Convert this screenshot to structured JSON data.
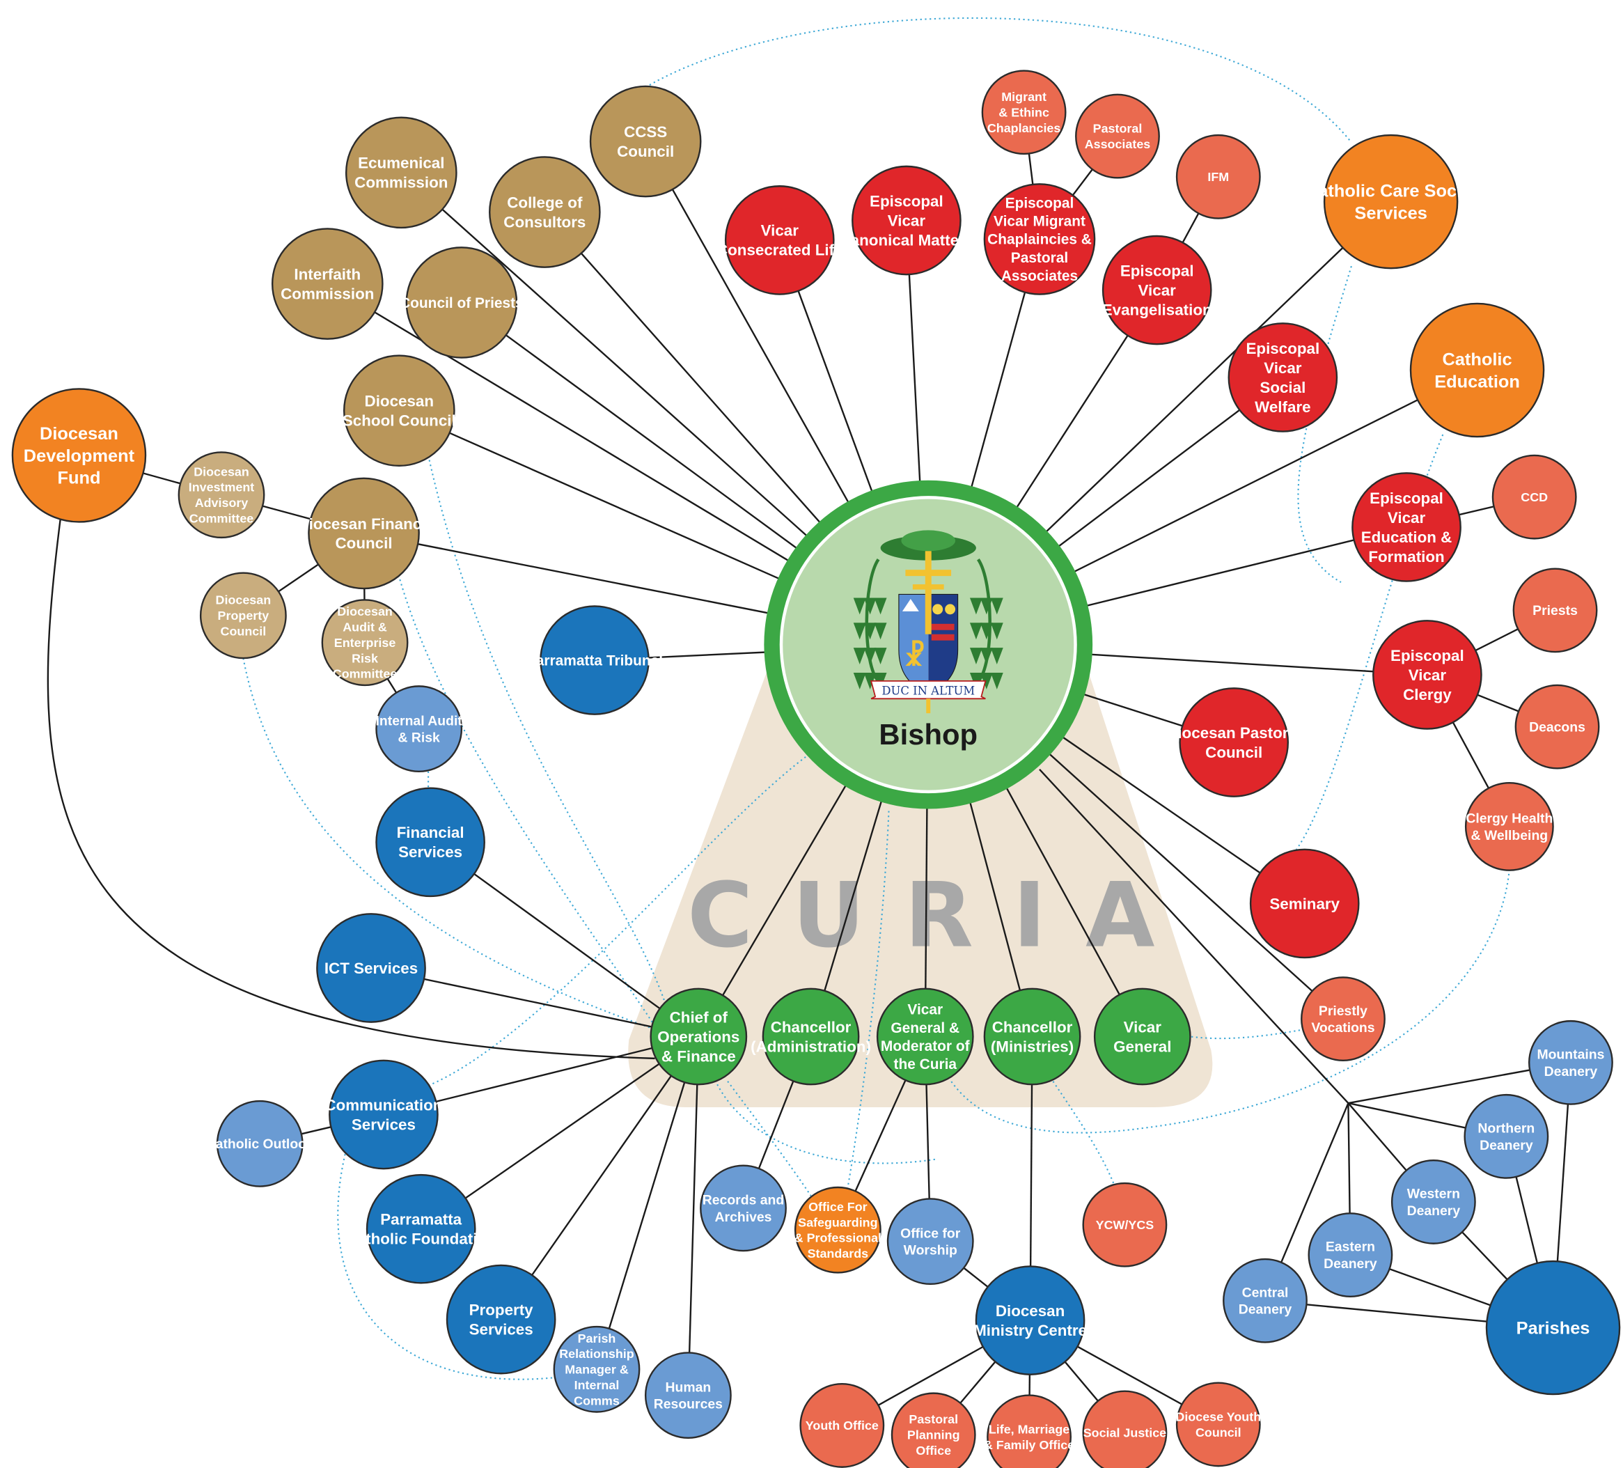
{
  "colors": {
    "tan": "#B9965A",
    "tan_light": "#C9AD7E",
    "red": "#E0262A",
    "coral": "#EA6A4F",
    "orange": "#F28322",
    "green": "#3CA845",
    "blue": "#1B75BB",
    "blue_light": "#6A9BD3",
    "curia_fill": "#EFE4D4",
    "bishop_fill": "#B8D9AC",
    "bishop_ring": "#3CA845",
    "dotted": "#3FA9D6",
    "line": "#1a1a1a",
    "curia_text": "#A8A8A8"
  },
  "center": {
    "label": "Bishop",
    "crest_icon": "coat-of-arms-icon",
    "motto": "DUC IN ALTUM"
  },
  "curia_label": "CURIA",
  "nodes": [
    {
      "id": "ecumenical",
      "label": "Ecumenical\nCommission",
      "color": "tan"
    },
    {
      "id": "ccss_council",
      "label": "CCSS\nCouncil",
      "color": "tan"
    },
    {
      "id": "college",
      "label": "College of\nConsultors",
      "color": "tan"
    },
    {
      "id": "interfaith",
      "label": "Interfaith\nCommission",
      "color": "tan"
    },
    {
      "id": "priests_council",
      "label": "Council of Priests",
      "color": "tan"
    },
    {
      "id": "school_council",
      "label": "Diocesan\nSchool Council",
      "color": "tan"
    },
    {
      "id": "finance_council",
      "label": "Diocesan Finance\nCouncil",
      "color": "tan"
    },
    {
      "id": "investment",
      "label": "Diocesan\nInvestment\nAdvisory\nCommittee",
      "color": "tan_light"
    },
    {
      "id": "property_council",
      "label": "Diocesan\nProperty\nCouncil",
      "color": "tan_light"
    },
    {
      "id": "audit",
      "label": "Diocesan\nAudit &\nEnterprise\nRisk\nCommittee",
      "color": "tan_light"
    },
    {
      "id": "ddf",
      "label": "Diocesan\nDevelopment\nFund",
      "color": "orange"
    },
    {
      "id": "vicar_consecrated",
      "label": "Vicar\nConsecrated Life",
      "color": "red"
    },
    {
      "id": "vicar_canonical",
      "label": "Episcopal\nVicar\nCanonical Matters",
      "color": "red"
    },
    {
      "id": "vicar_migrant",
      "label": "Episcopal\nVicar  Migrant\nChaplaincies &\nPastoral\nAssociates",
      "color": "red"
    },
    {
      "id": "migrant",
      "label": "Migrant\n& Ethinc\nChaplancies",
      "color": "coral"
    },
    {
      "id": "pastoral_assoc",
      "label": "Pastoral\nAssociates",
      "color": "coral"
    },
    {
      "id": "ifm",
      "label": "IFM",
      "color": "coral"
    },
    {
      "id": "vicar_evangel",
      "label": "Episcopal\nVicar\nEvangelisation",
      "color": "red"
    },
    {
      "id": "vicar_welfare",
      "label": "Episcopal\nVicar\nSocial\nWelfare",
      "color": "red"
    },
    {
      "id": "catholic_care",
      "label": "Catholic Care Social\nServices",
      "color": "orange"
    },
    {
      "id": "catholic_edu",
      "label": "Catholic\nEducation",
      "color": "orange"
    },
    {
      "id": "vicar_edu",
      "label": "Episcopal\nVicar\nEducation &\nFormation",
      "color": "red"
    },
    {
      "id": "ccd",
      "label": "CCD",
      "color": "coral"
    },
    {
      "id": "priests",
      "label": "Priests",
      "color": "coral"
    },
    {
      "id": "vicar_clergy",
      "label": "Episcopal\nVicar\nClergy",
      "color": "red"
    },
    {
      "id": "deacons",
      "label": "Deacons",
      "color": "coral"
    },
    {
      "id": "clergy_health",
      "label": "Clergy Health\n& Wellbeing",
      "color": "coral"
    },
    {
      "id": "pastoral_council",
      "label": "Diocesan Pastoral\nCouncil",
      "color": "red"
    },
    {
      "id": "seminary",
      "label": "Seminary",
      "color": "red"
    },
    {
      "id": "vocations",
      "label": "Priestly\nVocations",
      "color": "coral"
    },
    {
      "id": "tribunal",
      "label": "Parramatta Tribunal",
      "color": "blue"
    },
    {
      "id": "internal_audit",
      "label": "Internal Audit\n& Risk",
      "color": "blue_light"
    },
    {
      "id": "financial",
      "label": "Financial\nServices",
      "color": "blue"
    },
    {
      "id": "ict",
      "label": "ICT Services",
      "color": "blue"
    },
    {
      "id": "communication",
      "label": "Communication\nServices",
      "color": "blue"
    },
    {
      "id": "catholic_outlook",
      "label": "Catholic Outlook",
      "color": "blue_light"
    },
    {
      "id": "foundation",
      "label": "Parramatta\nCatholic Foundation",
      "color": "blue"
    },
    {
      "id": "property_services",
      "label": "Property\nServices",
      "color": "blue"
    },
    {
      "id": "parish_rel",
      "label": "Parish\nRelationship\nManager &\nInternal\nComms",
      "color": "blue_light"
    },
    {
      "id": "hr",
      "label": "Human\nResources",
      "color": "blue_light"
    },
    {
      "id": "coo",
      "label": "Chief of\nOperations\n& Finance",
      "color": "green"
    },
    {
      "id": "chancellor_admin",
      "label": "Chancellor\n(Administration)",
      "color": "green"
    },
    {
      "id": "vicar_general_mod",
      "label": "Vicar\nGeneral &\nModerator of\nthe Curia",
      "color": "green"
    },
    {
      "id": "chancellor_min",
      "label": "Chancellor\n(Ministries)",
      "color": "green"
    },
    {
      "id": "vicar_general",
      "label": "Vicar\nGeneral",
      "color": "green"
    },
    {
      "id": "records",
      "label": "Records and\nArchives",
      "color": "blue_light"
    },
    {
      "id": "safeguarding",
      "label": "Office For\nSafeguarding\n& Professional\nStandards",
      "color": "orange"
    },
    {
      "id": "worship",
      "label": "Office for\nWorship",
      "color": "blue_light"
    },
    {
      "id": "ministry_centre",
      "label": "Diocesan\nMinistry Centre",
      "color": "blue"
    },
    {
      "id": "ycw",
      "label": "YCW/YCS",
      "color": "coral"
    },
    {
      "id": "youth_office",
      "label": "Youth Office",
      "color": "coral"
    },
    {
      "id": "pastoral_planning",
      "label": "Pastoral\nPlanning\nOffice",
      "color": "coral"
    },
    {
      "id": "life_marriage",
      "label": "Life, Marriage\n& Family Office",
      "color": "coral"
    },
    {
      "id": "social_justice",
      "label": "Social Justice",
      "color": "coral"
    },
    {
      "id": "youth_council",
      "label": "Diocese Youth\nCouncil",
      "color": "coral"
    },
    {
      "id": "mountains",
      "label": "Mountains\nDeanery",
      "color": "blue_light"
    },
    {
      "id": "northern",
      "label": "Northern\nDeanery",
      "color": "blue_light"
    },
    {
      "id": "western",
      "label": "Western\nDeanery",
      "color": "blue_light"
    },
    {
      "id": "eastern",
      "label": "Eastern\nDeanery",
      "color": "blue_light"
    },
    {
      "id": "central",
      "label": "Central\nDeanery",
      "color": "blue_light"
    },
    {
      "id": "parishes",
      "label": "Parishes",
      "color": "blue"
    }
  ],
  "links": [
    [
      "bishop",
      "ecumenical"
    ],
    [
      "bishop",
      "ccss_council"
    ],
    [
      "bishop",
      "college"
    ],
    [
      "bishop",
      "interfaith"
    ],
    [
      "bishop",
      "priests_council"
    ],
    [
      "bishop",
      "school_council"
    ],
    [
      "bishop",
      "finance_council"
    ],
    [
      "bishop",
      "vicar_consecrated"
    ],
    [
      "bishop",
      "vicar_canonical"
    ],
    [
      "bishop",
      "vicar_migrant"
    ],
    [
      "bishop",
      "vicar_evangel"
    ],
    [
      "bishop",
      "vicar_welfare"
    ],
    [
      "bishop",
      "catholic_care"
    ],
    [
      "bishop",
      "catholic_edu"
    ],
    [
      "bishop",
      "vicar_edu"
    ],
    [
      "bishop",
      "vicar_clergy"
    ],
    [
      "bishop",
      "pastoral_council"
    ],
    [
      "bishop",
      "seminary"
    ],
    [
      "bishop",
      "vocations"
    ],
    [
      "bishop",
      "tribunal"
    ],
    [
      "bishop",
      "coo"
    ],
    [
      "bishop",
      "chancellor_admin"
    ],
    [
      "bishop",
      "vicar_general_mod"
    ],
    [
      "bishop",
      "chancellor_min"
    ],
    [
      "bishop",
      "vicar_general"
    ],
    [
      "vicar_migrant",
      "migrant"
    ],
    [
      "vicar_migrant",
      "pastoral_assoc"
    ],
    [
      "vicar_evangel",
      "ifm"
    ],
    [
      "vicar_edu",
      "ccd"
    ],
    [
      "vicar_clergy",
      "priests"
    ],
    [
      "vicar_clergy",
      "deacons"
    ],
    [
      "vicar_clergy",
      "clergy_health"
    ],
    [
      "finance_council",
      "investment"
    ],
    [
      "investment",
      "ddf"
    ],
    [
      "finance_council",
      "property_council"
    ],
    [
      "finance_council",
      "audit"
    ],
    [
      "audit",
      "internal_audit"
    ],
    [
      "coo",
      "financial"
    ],
    [
      "coo",
      "ict"
    ],
    [
      "coo",
      "communication"
    ],
    [
      "coo",
      "foundation"
    ],
    [
      "coo",
      "property_services"
    ],
    [
      "coo",
      "parish_rel"
    ],
    [
      "coo",
      "hr"
    ],
    [
      "communication",
      "catholic_outlook"
    ],
    [
      "chancellor_admin",
      "records"
    ],
    [
      "vicar_general_mod",
      "safeguarding"
    ],
    [
      "vicar_general_mod",
      "worship"
    ],
    [
      "worship",
      "ministry_centre"
    ],
    [
      "chancellor_min",
      "ministry_centre"
    ],
    [
      "ministry_centre",
      "youth_office"
    ],
    [
      "ministry_centre",
      "pastoral_planning"
    ],
    [
      "ministry_centre",
      "life_marriage"
    ],
    [
      "ministry_centre",
      "social_justice"
    ],
    [
      "ministry_centre",
      "youth_council"
    ],
    [
      "hub",
      "mountains"
    ],
    [
      "hub",
      "northern"
    ],
    [
      "hub",
      "western"
    ],
    [
      "hub",
      "eastern"
    ],
    [
      "hub",
      "central"
    ],
    [
      "mountains",
      "parishes"
    ],
    [
      "northern",
      "parishes"
    ],
    [
      "western",
      "parishes"
    ],
    [
      "eastern",
      "parishes"
    ],
    [
      "central",
      "parishes"
    ]
  ]
}
